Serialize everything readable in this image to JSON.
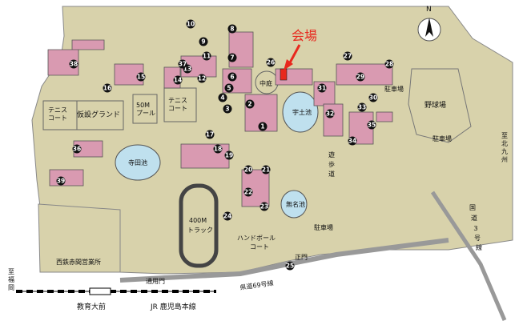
{
  "labels": {
    "kaijo": "会場",
    "north": "N",
    "tennis_court_1": "テニス",
    "tennis_court_1b": "コート",
    "temp_ground": "仮設グランド",
    "pool_50m": "50M",
    "pool_50m_b": "プール",
    "tennis_court_2": "テニス",
    "tennis_court_2b": "コート",
    "nakaniwa": "中庭",
    "uto_ike": "宇土池",
    "teranike": "寺田池",
    "mumei_ike": "無名池",
    "track_400m": "400M",
    "track_400m_b": "トラック",
    "handball": "ハンドボール",
    "handball_b": "コート",
    "baseball": "野球場",
    "parking_1": "駐車場",
    "parking_2": "駐車場",
    "parking_3": "駐車場",
    "yuuhodou_1": "遊",
    "yuuhodou_2": "歩",
    "yuuhodou_3": "道",
    "main_gate": "正門",
    "side_gate": "通用門",
    "bus_office": "西鉄赤間営業所",
    "route69": "県道69号線",
    "route3_a": "国",
    "route3_b": "道",
    "route3_c": "３",
    "route3_d": "号",
    "route3_e": "線",
    "to_kitakyushu_a": "至",
    "to_kitakyushu_b": "北",
    "to_kitakyushu_c": "九",
    "to_kitakyushu_d": "州",
    "to_fukuoka_a": "至",
    "to_fukuoka_b": "福",
    "to_fukuoka_c": "岡",
    "station": "教育大前",
    "jr_line": "JR 鹿児島本線"
  },
  "buildings": [
    "1",
    "2",
    "3",
    "4",
    "5",
    "6",
    "7",
    "8",
    "9",
    "10",
    "11",
    "12",
    "13",
    "14",
    "15",
    "16",
    "17",
    "18",
    "19",
    "20",
    "21",
    "22",
    "23",
    "24",
    "25",
    "26",
    "27",
    "28",
    "29",
    "30",
    "31",
    "32",
    "33",
    "34",
    "35",
    "36",
    "37",
    "38",
    "39"
  ],
  "colors": {
    "campus": "#d8d2ab",
    "building": "#d99ab1",
    "water": "#bfe0ee",
    "venue": "#e8281e",
    "marker": "#111111"
  }
}
